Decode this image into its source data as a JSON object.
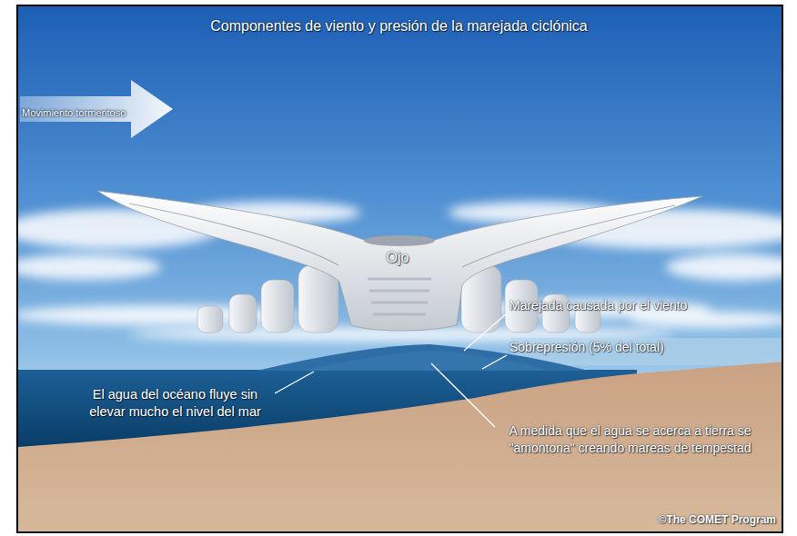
{
  "diagram": {
    "title": "Componentes de viento y presión de la marejada ciclónica",
    "nodes": [
      {
        "text": [
          "Movimiento tormentoso"
        ]
      }
    ],
    "labels": [
      "Ojo",
      "Marejada causada por el viento",
      "Sobrepresión (5% del total)",
      "El agua del océano fluye sin elevar mucho el nivel del mar",
      "A medida que el agua se acerca a tierra se \"amontona\" creando mareas de tempestad",
      "©The COMET Program"
    ]
  }
}
